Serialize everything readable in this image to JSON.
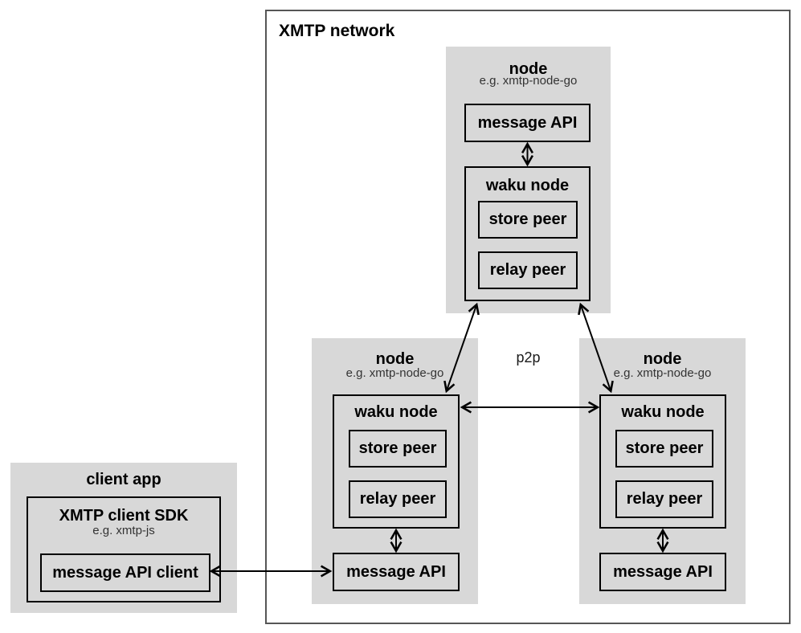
{
  "colors": {
    "background": "#ffffff",
    "node_bg": "#d8d8d8",
    "box_border": "#000000",
    "outer_border": "#565656",
    "arrow": "#000000",
    "text": "#000000"
  },
  "network": {
    "title": "XMTP network",
    "p2p_label": "p2p",
    "nodes": {
      "top": {
        "title": "node",
        "subtitle": "e.g. xmtp-node-go",
        "message_api_label": "message API",
        "waku_title": "waku node",
        "store_peer_label": "store peer",
        "relay_peer_label": "relay peer"
      },
      "left": {
        "title": "node",
        "subtitle": "e.g. xmtp-node-go",
        "message_api_label": "message API",
        "waku_title": "waku node",
        "store_peer_label": "store peer",
        "relay_peer_label": "relay peer"
      },
      "right": {
        "title": "node",
        "subtitle": "e.g. xmtp-node-go",
        "message_api_label": "message API",
        "waku_title": "waku node",
        "store_peer_label": "store peer",
        "relay_peer_label": "relay peer"
      }
    }
  },
  "client_app": {
    "title": "client app",
    "sdk_title": "XMTP client SDK",
    "sdk_subtitle": "e.g. xmtp-js",
    "message_api_client_label": "message API client"
  }
}
